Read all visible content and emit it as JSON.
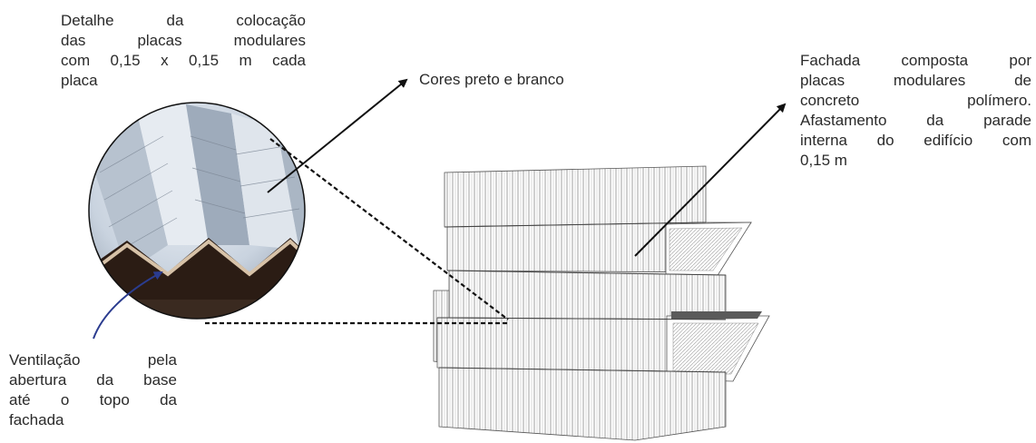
{
  "labels": {
    "detalhe": [
      "Detalhe da colocação",
      "das placas modulares",
      "com 0,15 x 0,15 m cada",
      "placa"
    ],
    "cores": "Cores preto e branco",
    "fachada": [
      "Fachada composta por",
      "placas modulares de",
      "concreto polímero.",
      "Afastamento da parade",
      "interna do edifício com",
      "0,15 m"
    ],
    "ventilacao": [
      "Ventilação pela",
      "abertura da base",
      "até o topo da",
      "fachada"
    ]
  },
  "colors": {
    "text": "#2a2a2a",
    "arrow": "#111111",
    "blue_arrow": "#2b3c8f",
    "photo_sky": "#cfd8e4",
    "photo_dark": "#2b1c14"
  }
}
